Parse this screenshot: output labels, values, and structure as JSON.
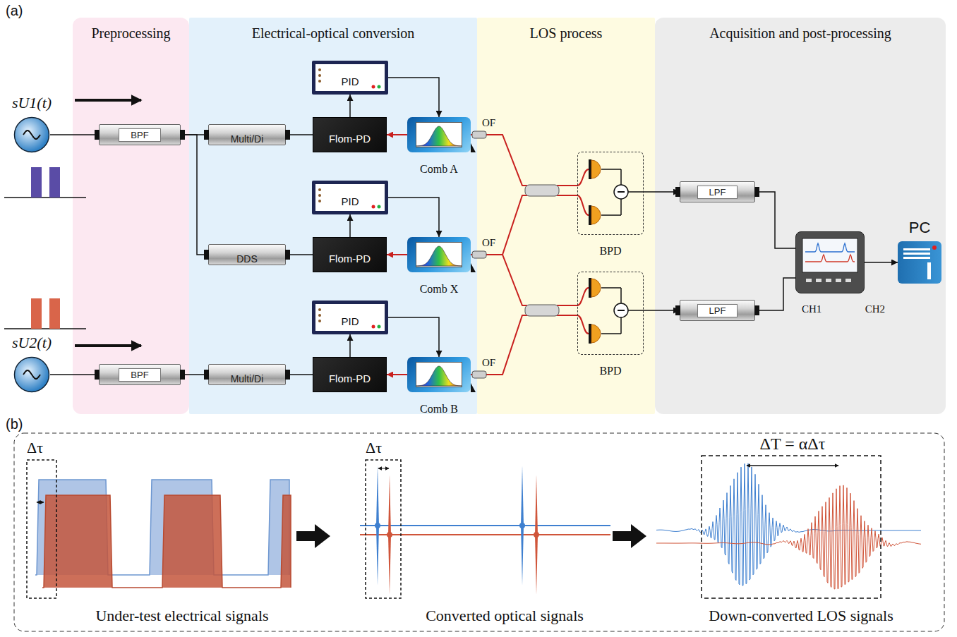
{
  "diagram": {
    "nodes": [
      {
        "text": [
          "Preprocessing"
        ]
      },
      {
        "text": [
          "Electrical-optical conversion"
        ]
      },
      {
        "text": [
          "LOS process"
        ]
      },
      {
        "text": [
          "Acquisition and post-processing"
        ]
      },
      {
        "text": [
          "sU1(t)"
        ]
      },
      {
        "text": [
          "BPF"
        ],
        "in": 0
      },
      {
        "text": [
          "Multi/Di"
        ],
        "in": 1
      },
      {
        "text": [
          "Flom-PD"
        ],
        "in": 1
      },
      {
        "text": [
          "PID"
        ],
        "in": 1
      },
      {
        "text": [
          "Comb A"
        ],
        "in": 1
      },
      {
        "text": [
          "DDS"
        ],
        "in": 1
      },
      {
        "text": [
          "Flom-PD"
        ],
        "in": 1
      },
      {
        "text": [
          "PID"
        ],
        "in": 1
      },
      {
        "text": [
          "Comb X"
        ],
        "in": 1
      },
      {
        "text": [
          "sU2(t)"
        ]
      },
      {
        "text": [
          "BPF"
        ],
        "in": 0
      },
      {
        "text": [
          "Multi/Di"
        ],
        "in": 1
      },
      {
        "text": [
          "Flom-PD"
        ],
        "in": 1
      },
      {
        "text": [
          "PID"
        ],
        "in": 1
      },
      {
        "text": [
          "Comb B"
        ],
        "in": 1
      },
      {
        "text": [
          "BPD"
        ],
        "in": 2
      },
      {
        "text": [
          "BPD"
        ],
        "in": 2
      },
      {
        "text": [
          "LPF"
        ],
        "in": 3
      },
      {
        "text": [
          "LPF"
        ],
        "in": 3
      },
      {
        "text": [
          "CH1",
          "CH2"
        ],
        "in": 3
      },
      {
        "text": [
          "PC"
        ],
        "in": 3
      }
    ],
    "edges": [
      {
        "from": 4,
        "to": 5,
        "arrow": "none"
      },
      {
        "from": 5,
        "to": 6,
        "arrow": "none"
      },
      {
        "from": 5,
        "to": 10,
        "arrow": "none"
      },
      {
        "from": 6,
        "to": 7,
        "arrow": "none"
      },
      {
        "from": 7,
        "to": 8,
        "arrow": "to"
      },
      {
        "from": 8,
        "to": 9,
        "arrow": "to"
      },
      {
        "from": 9,
        "to": 7,
        "arrow": "to"
      },
      {
        "from": 10,
        "to": 11,
        "arrow": "none"
      },
      {
        "from": 11,
        "to": 12,
        "arrow": "to"
      },
      {
        "from": 12,
        "to": 13,
        "arrow": "to"
      },
      {
        "from": 13,
        "to": 11,
        "arrow": "to"
      },
      {
        "from": 14,
        "to": 15,
        "arrow": "none"
      },
      {
        "from": 15,
        "to": 16,
        "arrow": "none"
      },
      {
        "from": 16,
        "to": 17,
        "arrow": "none"
      },
      {
        "from": 17,
        "to": 18,
        "arrow": "to"
      },
      {
        "from": 18,
        "to": 19,
        "arrow": "to"
      },
      {
        "from": 19,
        "to": 17,
        "arrow": "to"
      },
      {
        "from": 9,
        "to": 20,
        "arrow": "none"
      },
      {
        "from": 13,
        "to": 20,
        "arrow": "none"
      },
      {
        "from": 13,
        "to": 21,
        "arrow": "none"
      },
      {
        "from": 19,
        "to": 21,
        "arrow": "none"
      },
      {
        "from": 20,
        "to": 22,
        "arrow": "to"
      },
      {
        "from": 21,
        "to": 23,
        "arrow": "to"
      },
      {
        "from": 22,
        "to": 24,
        "arrow": "none"
      },
      {
        "from": 23,
        "to": 24,
        "arrow": "none"
      },
      {
        "from": 24,
        "to": 25,
        "arrow": "to"
      }
    ],
    "labels": [
      "(a)",
      "OF",
      "OF",
      "OF",
      "(b)",
      "Δτ",
      "Δτ",
      "ΔT = αΔτ",
      "Under-test electrical signals",
      "Converted optical signals",
      "Down-converted LOS signals"
    ]
  }
}
